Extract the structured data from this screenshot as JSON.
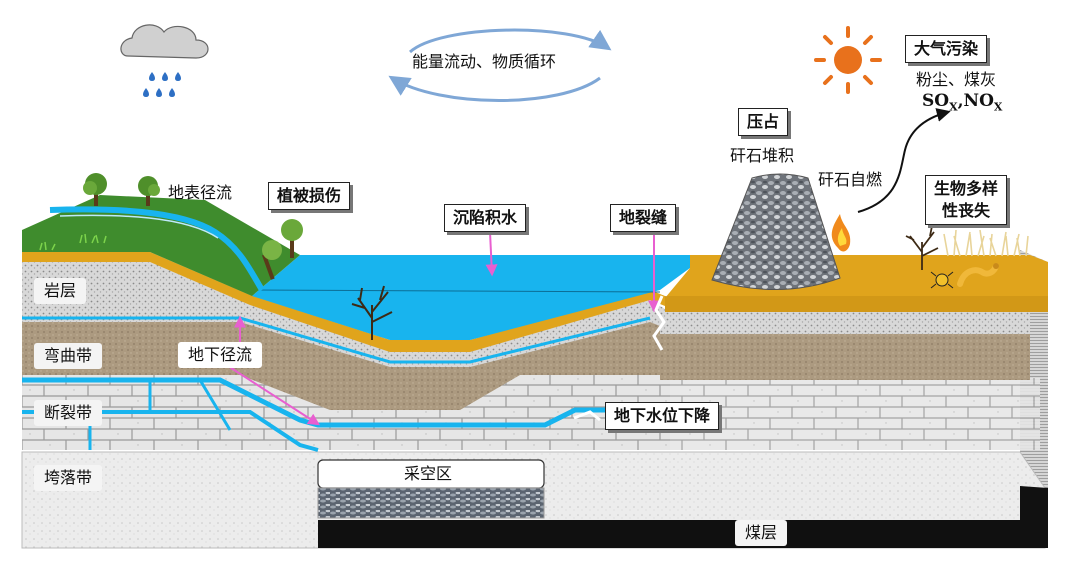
{
  "labels": {
    "energy_cycle": "能量流动、物质循环",
    "air_pollution": "大气污染",
    "dust_ash": "粉尘、煤灰",
    "sox": "SO",
    "sox_sub": "X",
    "nox": ",NO",
    "nox_sub": "X",
    "occupation": "压占",
    "gangue_pile": "矸石堆积",
    "gangue_combustion": "矸石自燃",
    "biodiversity_loss": "生物多样\n性丧失",
    "surface_runoff": "地表径流",
    "vegetation_damage": "植被损伤",
    "subsidence_water": "沉陷积水",
    "ground_fissure": "地裂缝",
    "rock_layer": "岩层",
    "bending_zone": "弯曲带",
    "underground_runoff": "地下径流",
    "fracture_zone": "断裂带",
    "water_table_drop": "地下水位下降",
    "caving_zone": "垮落带",
    "goaf": "采空区",
    "coal_seam": "煤层"
  },
  "colors": {
    "water": "#18b4ee",
    "soil": "#e0a41c",
    "grass": "#3f8c2d",
    "bending": "#a8957c",
    "arrow_pink": "#e85fd0",
    "cycle_arrow": "#7fa7d6",
    "sun": "#e8711c",
    "rain": "#2d6fc4",
    "cloud": "#d0d0d0"
  }
}
